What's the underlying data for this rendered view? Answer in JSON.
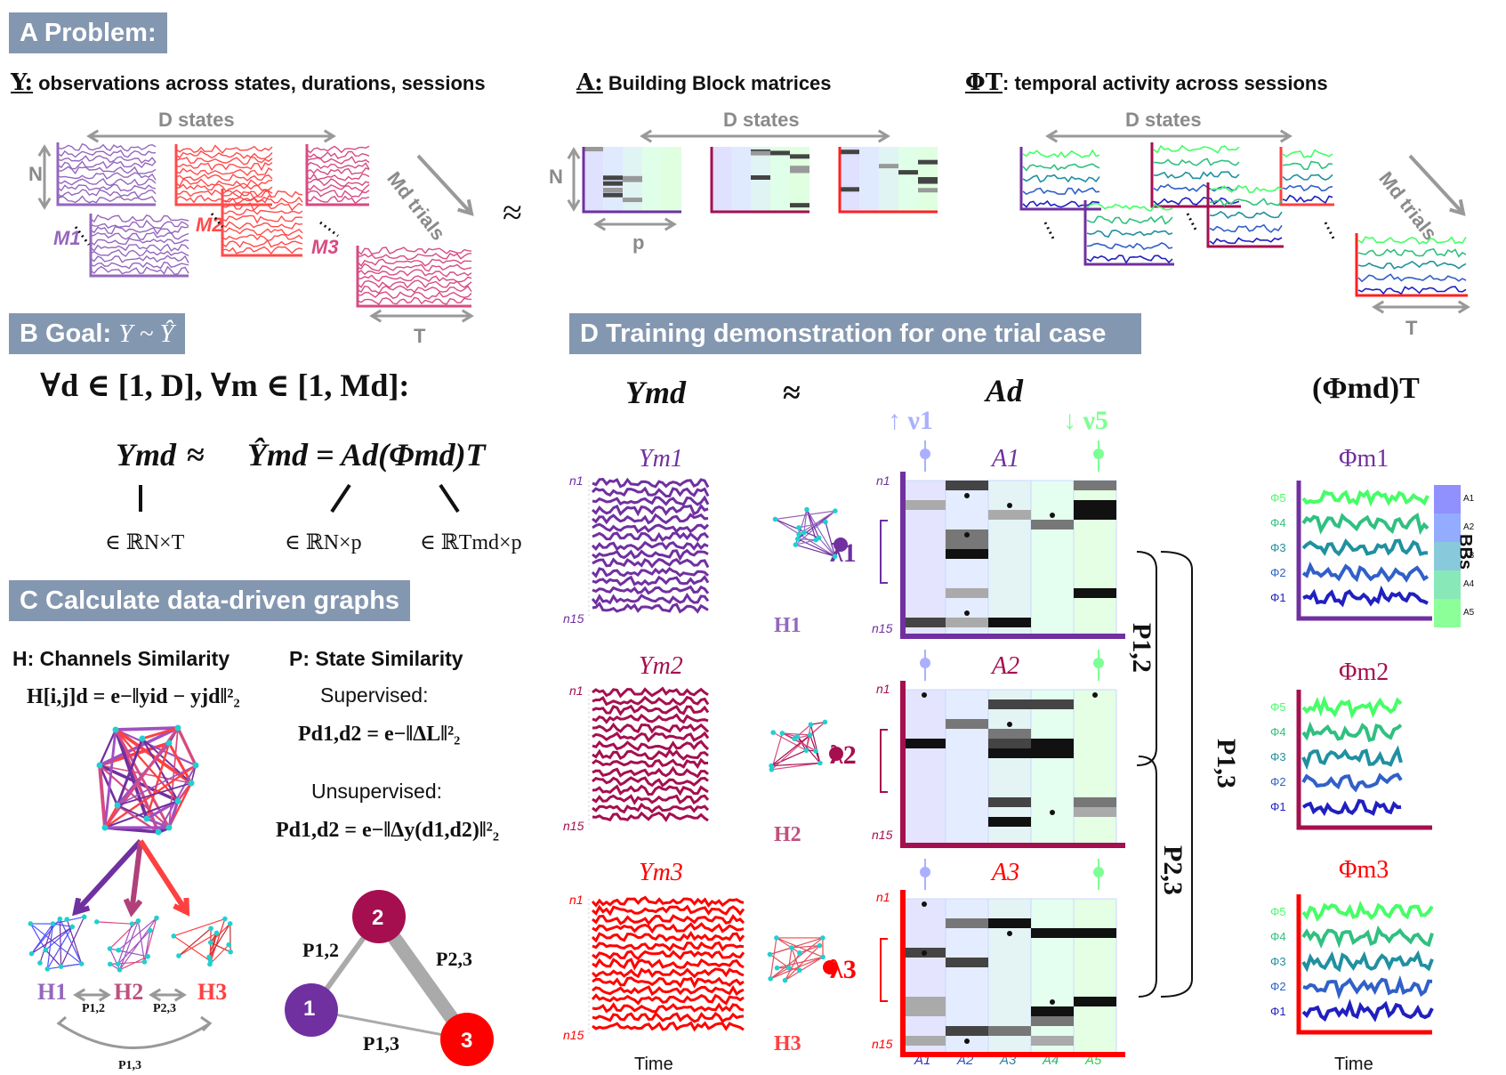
{
  "sections": {
    "a": {
      "title": "A Problem:"
    },
    "b": {
      "title": "B Goal:",
      "formula": "Y ~ Ŷ"
    },
    "c": {
      "title": "C Calculate data-driven graphs"
    },
    "d": {
      "title": "D Training demonstration  for one trial case"
    }
  },
  "problem": {
    "y_symbol": "Y:",
    "y_caption": "observations across states, durations, sessions",
    "a_symbol": "A:",
    "a_caption": "Building Block matrices",
    "phi_symbol": "ΦT",
    "phi_caption": ": temporal activity across sessions",
    "d_states": "D states",
    "n_label": "N",
    "p_label": "p",
    "t_label": "T",
    "trials_label": "Md trials",
    "m_labels": [
      "M1",
      "M2",
      "M3"
    ],
    "approx": "≈"
  },
  "goal": {
    "quantifier": "∀d ∈ [1, D], ∀m ∈ [1, Md]:",
    "lhs": "Ymd",
    "approx": "≈",
    "rhs": "Ŷmd = Ad(Φmd)T",
    "dim_y": "∈ ℝN×T",
    "dim_a": "∈ ℝN×p",
    "dim_phi": "∈ ℝTmd×p"
  },
  "graphs": {
    "h_title": "H: Channels Similarity",
    "h_formula": "H[i,j]d = e−‖yid − yjd‖²₂",
    "p_title": "P: State Similarity",
    "supervised": "Supervised:",
    "sup_formula": "Pd1,d2 = e−‖ΔL‖²₂",
    "unsupervised": "Unsupervised:",
    "unsup_formula": "Pd1,d2 = e−‖Δy(d1,d2)‖²₂",
    "h_labels": [
      "H1",
      "H2",
      "H3"
    ],
    "p_edge_labels": [
      "P1,2",
      "P2,3",
      "P1,3"
    ],
    "nodes": [
      "1",
      "2",
      "3"
    ]
  },
  "training": {
    "col_y": "Ymd",
    "approx": "≈",
    "col_a": "Ad",
    "col_phi": "(Φmd)T",
    "nu1": "↑ ν1",
    "nu5": "↓ ν5",
    "rows": [
      {
        "y": "Ym1",
        "a": "A1",
        "phi": "Φm1",
        "h": "H1",
        "lambda": "λ1"
      },
      {
        "y": "Ym2",
        "a": "A2",
        "phi": "Φm2",
        "h": "H2",
        "lambda": "λ2"
      },
      {
        "y": "Ym3",
        "a": "A3",
        "phi": "Φm3",
        "h": "H3",
        "lambda": "λ3"
      }
    ],
    "n_top": "n1",
    "n_bottom": "n15",
    "a_cols": [
      "A1",
      "A2",
      "A3",
      "A4",
      "A5"
    ],
    "phi_ticks": [
      "Φ5",
      "Φ4",
      "Φ3",
      "Φ2",
      "Φ1"
    ],
    "bbs_label": "BBs",
    "legend": [
      "A1",
      "A2",
      "A3",
      "A4",
      "A5"
    ],
    "time_label": "Time",
    "p12": "P1,2",
    "p13": "P1,3",
    "p23": "P2,3"
  },
  "colors": {
    "header": "#8497b0",
    "state1": "#7030a0",
    "state2": "#a50f4f",
    "state3": "#ff0000",
    "state1_light": "#9467bd",
    "bb1": "#6b6bff",
    "bb5": "#44ff66"
  }
}
